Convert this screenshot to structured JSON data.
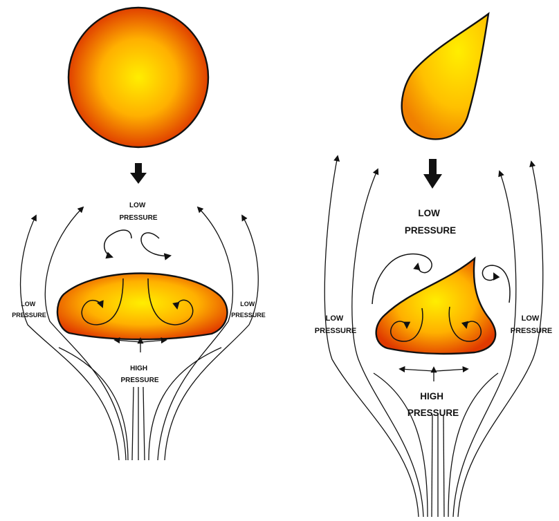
{
  "left_panel": {
    "low_top": [
      "LOW",
      "PRESSURE"
    ],
    "low_left": [
      "LOW",
      "PRESSURE"
    ],
    "low_right": [
      "LOW",
      "PRESSURE"
    ],
    "high": [
      "HIGH",
      "PRESSURE"
    ]
  },
  "right_panel": {
    "low_top": [
      "LOW",
      "PRESSURE"
    ],
    "low_left": [
      "LOW",
      "PRESSURE"
    ],
    "low_right": [
      "LOW",
      "PRESSURE"
    ],
    "high": [
      "HIGH",
      "PRESSURE"
    ]
  },
  "colors": {
    "drop_center": "#ffee00",
    "drop_mid": "#ffa000",
    "drop_edge": "#e03a00",
    "outline": "#111111"
  }
}
